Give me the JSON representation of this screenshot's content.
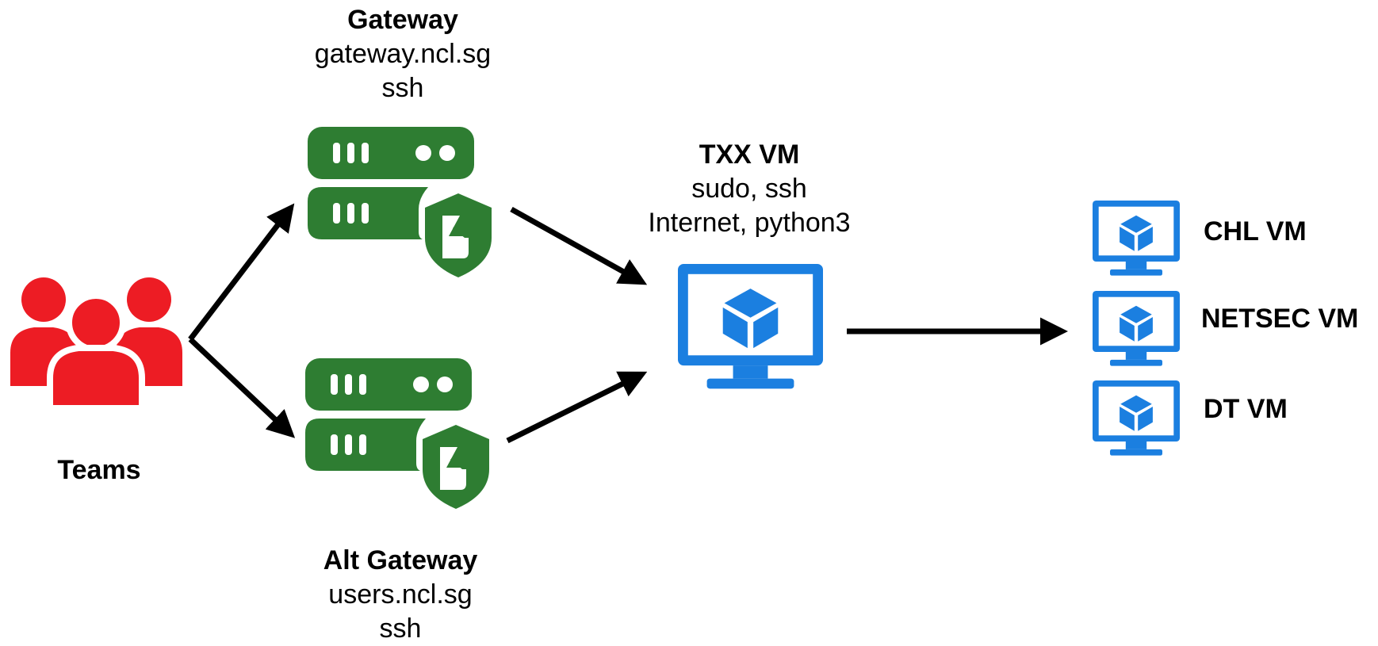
{
  "colors": {
    "teams": "#ed1c24",
    "server": "#2e7d32",
    "monitor": "#1b7fe0",
    "arrow": "#000000",
    "text": "#000000"
  },
  "nodes": {
    "teams": {
      "label": "Teams",
      "icon": "people-group-icon"
    },
    "gateway": {
      "title": "Gateway",
      "host": "gateway.ncl.sg",
      "service": "ssh",
      "icon": "secure-server-icon"
    },
    "alt_gateway": {
      "title": "Alt Gateway",
      "host": "users.ncl.sg",
      "service": "ssh",
      "icon": "secure-server-icon"
    },
    "txx_vm": {
      "title": "TXX VM",
      "line1": "sudo, ssh",
      "line2": "Internet, python3",
      "icon": "monitor-cube-icon"
    },
    "target_vms": [
      {
        "label": "CHL VM",
        "icon": "monitor-cube-icon"
      },
      {
        "label": "NETSEC VM",
        "icon": "monitor-cube-icon"
      },
      {
        "label": "DT VM",
        "icon": "monitor-cube-icon"
      }
    ]
  },
  "edges": [
    {
      "from": "teams",
      "to": "gateway"
    },
    {
      "from": "teams",
      "to": "alt_gateway"
    },
    {
      "from": "gateway",
      "to": "txx_vm"
    },
    {
      "from": "alt_gateway",
      "to": "txx_vm"
    },
    {
      "from": "txx_vm",
      "to": "target_vms"
    }
  ]
}
